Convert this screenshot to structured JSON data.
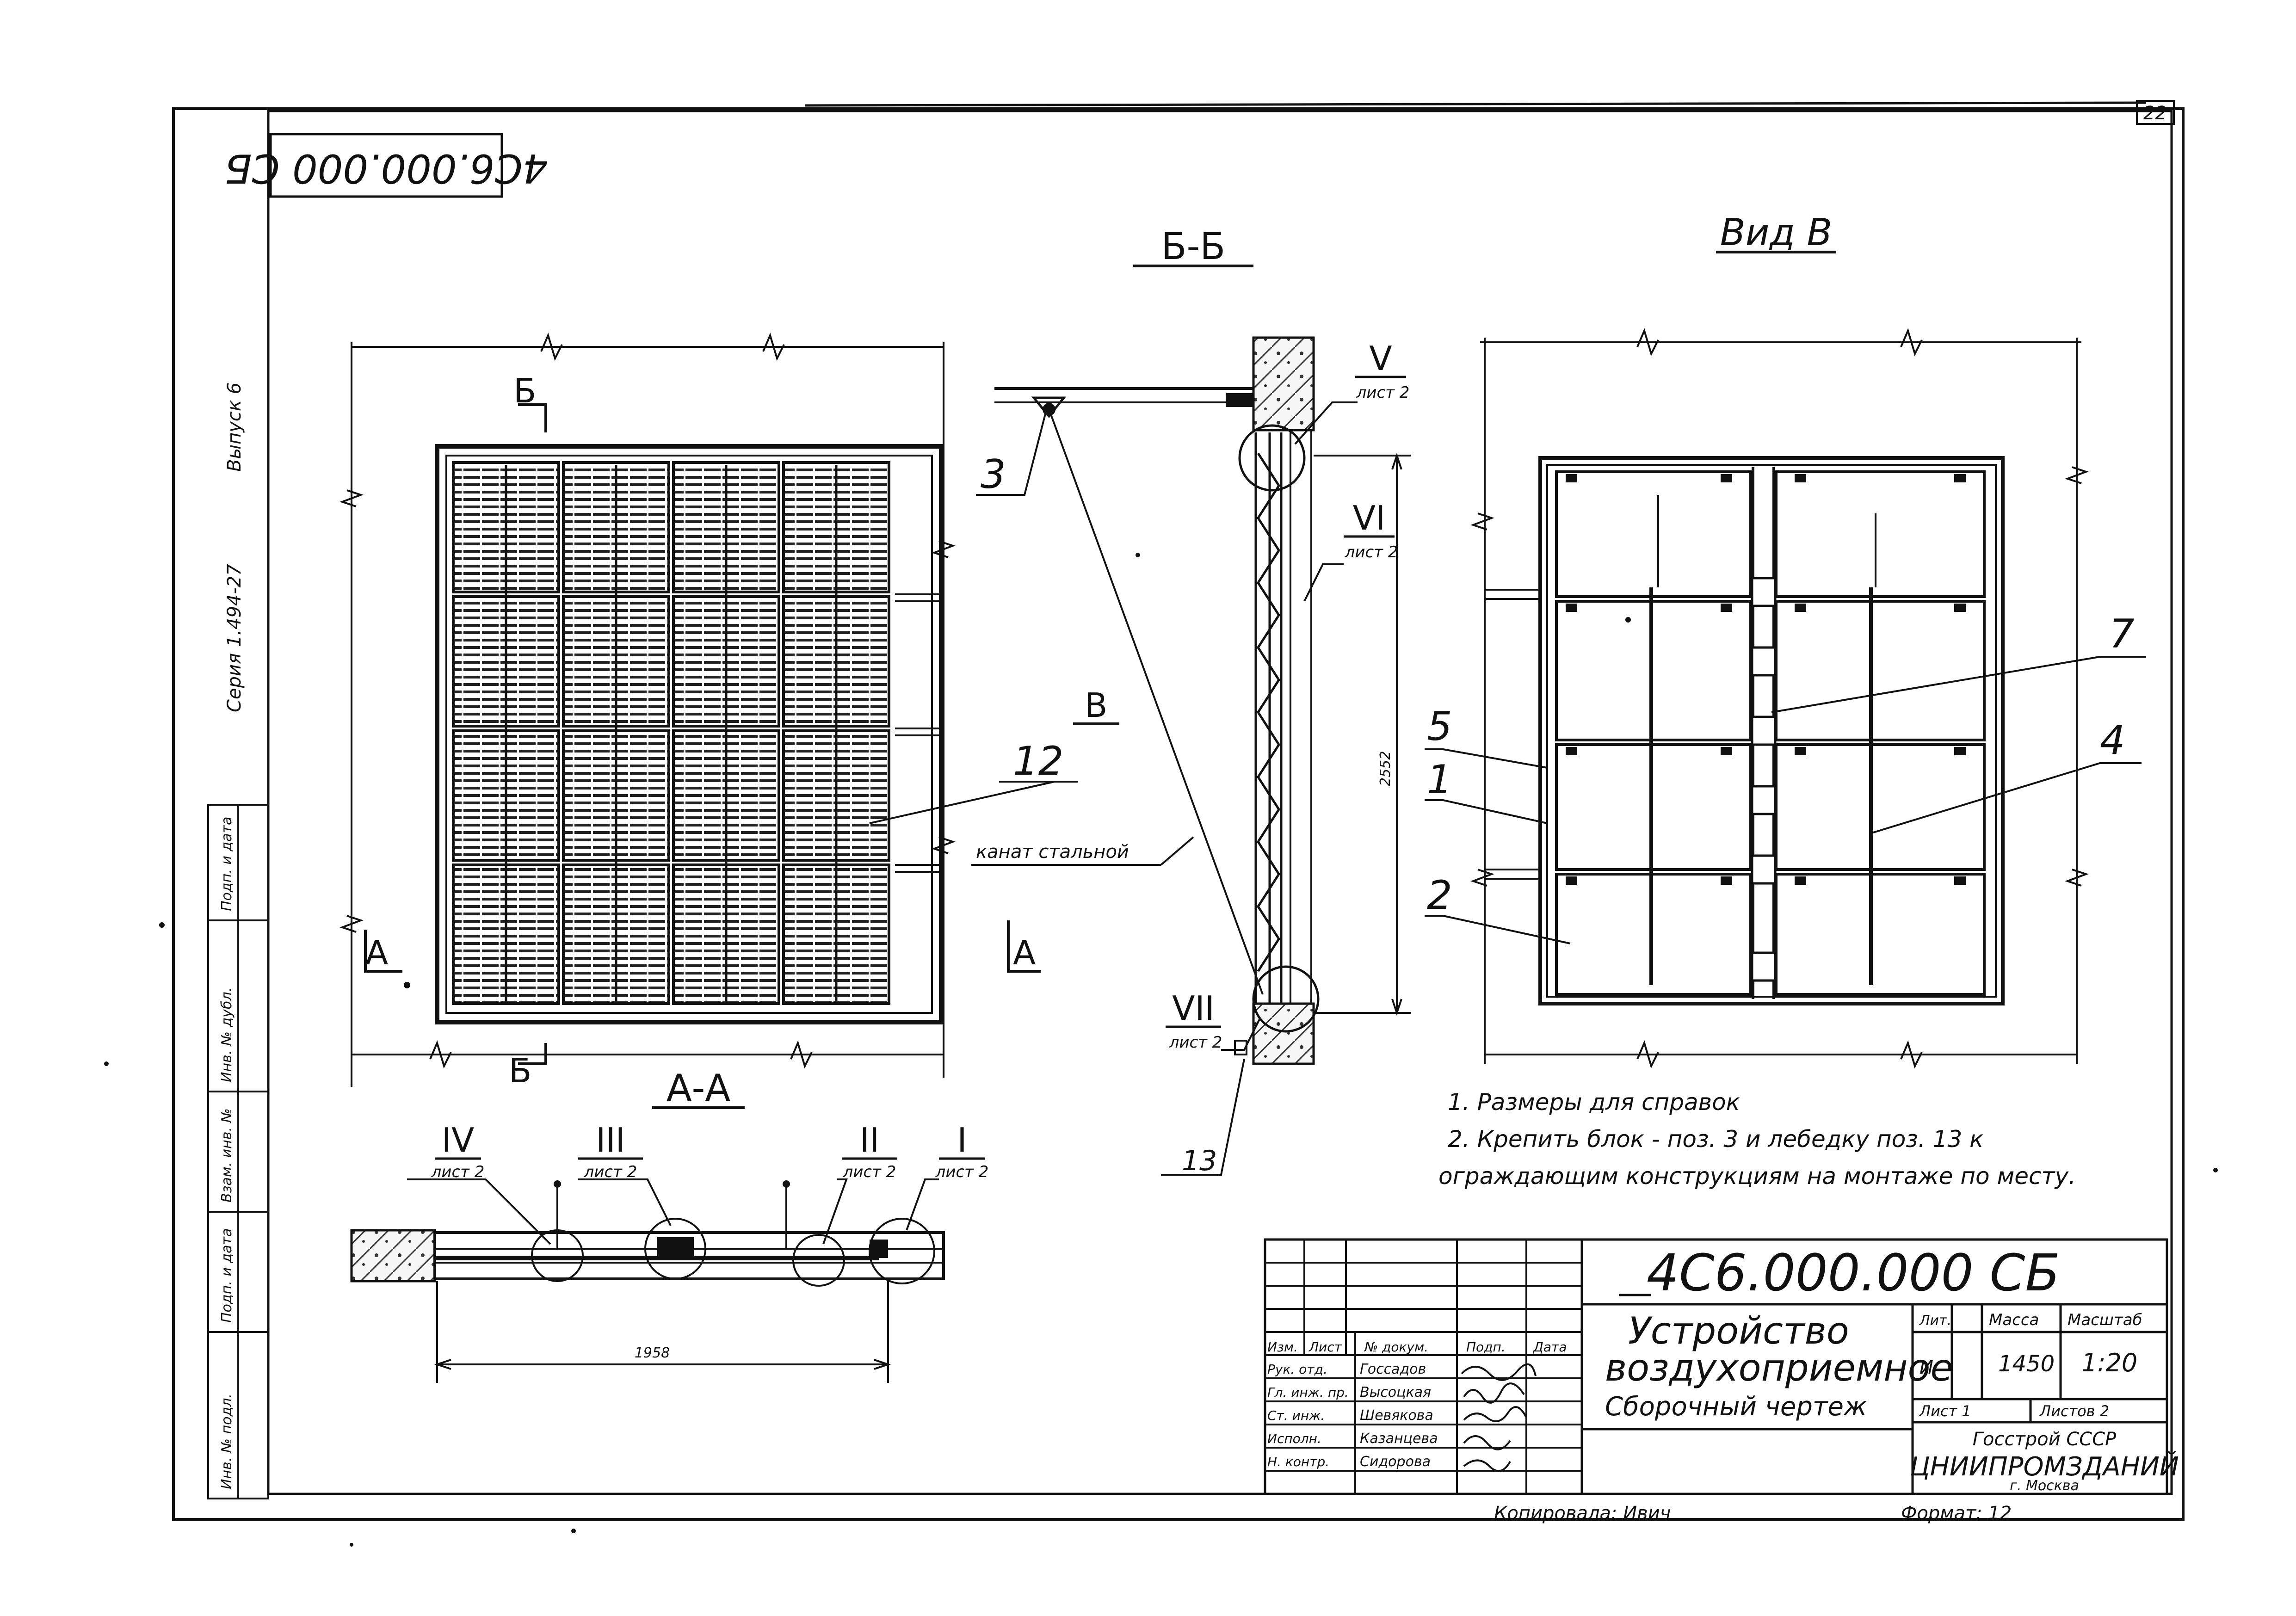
{
  "sheet": {
    "sheet_number_top": "22",
    "stamp_code_rotated": "4С6.000.000 СБ"
  },
  "left_margin": {
    "series": "Серия 1.494-27",
    "issue": "Выпуск 6",
    "stamp_columns": [
      "Инв. № подл.",
      "Подп. и дата",
      "Взам. инв. №",
      "Инв. № дубл.",
      "Подп. и дата"
    ]
  },
  "views": {
    "section_bb_title": "Б-Б",
    "view_v_title": "Вид В",
    "section_aa_title": "А-А",
    "cut_b_label": "Б",
    "cut_a_label": "А",
    "arrow_v_label": "В"
  },
  "callouts": {
    "pos_3": "3",
    "pos_12": "12",
    "pos_13": "13",
    "pos_7": "7",
    "pos_5": "5",
    "pos_1": "1",
    "pos_2": "2",
    "pos_4": "4",
    "rope_label": "канат стальной",
    "detail_V": "V",
    "detail_VI": "VI",
    "detail_VII": "VII",
    "detail_I": "I",
    "detail_II": "II",
    "detail_III": "III",
    "detail_IV": "IV",
    "sheet_ref": "лист 2"
  },
  "dimensions": {
    "height_bb": "2552",
    "width_aa": "1958"
  },
  "notes": [
    "1. Размеры для справок",
    "2. Крепить блок - поз. 3 и лебедку поз. 13 к",
    "ограждающим конструкциям на монтаже по месту."
  ],
  "title_block": {
    "code": "4С6.000.000 СБ",
    "name_line1": "Устройство",
    "name_line2": "воздухоприемное",
    "name_line3": "Сборочный чертеж",
    "headers": {
      "izm": "Изм.",
      "list": "Лист",
      "doc_no": "№ докум.",
      "sign": "Подп.",
      "date": "Дата",
      "lit": "Лит.",
      "mass": "Масса",
      "scale": "Масштаб"
    },
    "people": [
      {
        "role": "Рук. отд.",
        "name": "Госсадов"
      },
      {
        "role": "Гл. инж. пр.",
        "name": "Высоцкая"
      },
      {
        "role": "Ст. инж.",
        "name": "Шевякова"
      },
      {
        "role": "Исполн.",
        "name": "Казанцева"
      },
      {
        "role": "Н. контр.",
        "name": "Сидорова"
      }
    ],
    "lit_value": "И",
    "mass_value": "1450",
    "scale_value": "1:20",
    "sheet_label": "Лист 1",
    "sheets_label": "Листов 2",
    "org_line1": "Госстрой СССР",
    "org_line2": "ЦНИИПРОМЗДАНИЙ",
    "org_line3": "г. Москва"
  },
  "footer": {
    "copied": "Копировала: Ивич",
    "format": "Формат: 12"
  }
}
